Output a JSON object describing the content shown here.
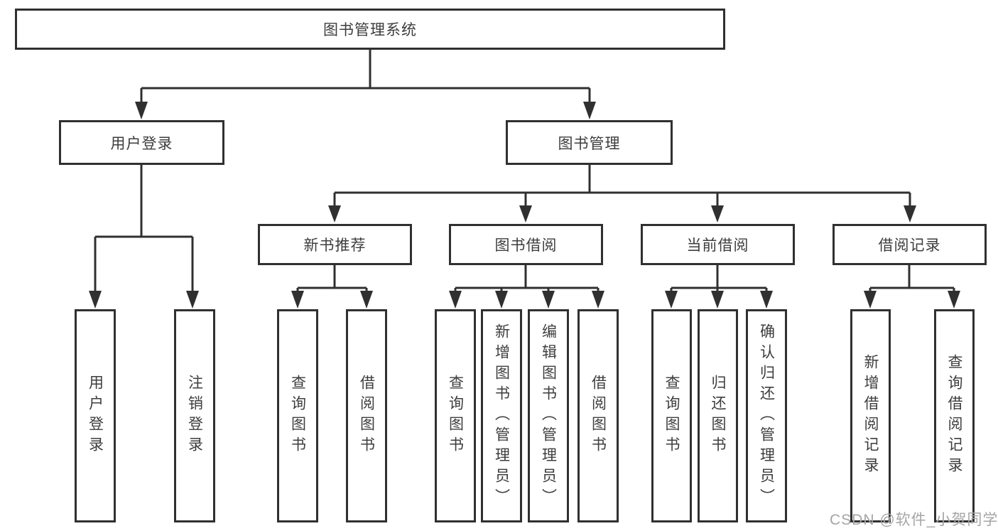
{
  "diagram": {
    "title": "图书管理系统",
    "level2": [
      {
        "label": "用户登录"
      },
      {
        "label": "图书管理"
      }
    ],
    "level3": [
      {
        "label": "新书推荐"
      },
      {
        "label": "图书借阅"
      },
      {
        "label": "当前借阅"
      },
      {
        "label": "借阅记录"
      }
    ],
    "leaves": {
      "user_login": [
        "用户登录",
        "注销登录"
      ],
      "new_books": [
        "查询图书",
        "借阅图书"
      ],
      "borrow": [
        "查询图书",
        "新增图书（管理员）",
        "编辑图书（管理员）",
        "借阅图书"
      ],
      "current": [
        "查询图书",
        "归还图书",
        "确认归还（管理员）"
      ],
      "records": [
        "新增借阅记录",
        "查询借阅记录"
      ]
    },
    "watermark": "CSDN @软件_小贺同学",
    "colors": {
      "line": "#303030",
      "text": "#3d3d3d",
      "watermark": "#a5a5a5",
      "background": "#ffffff"
    }
  }
}
